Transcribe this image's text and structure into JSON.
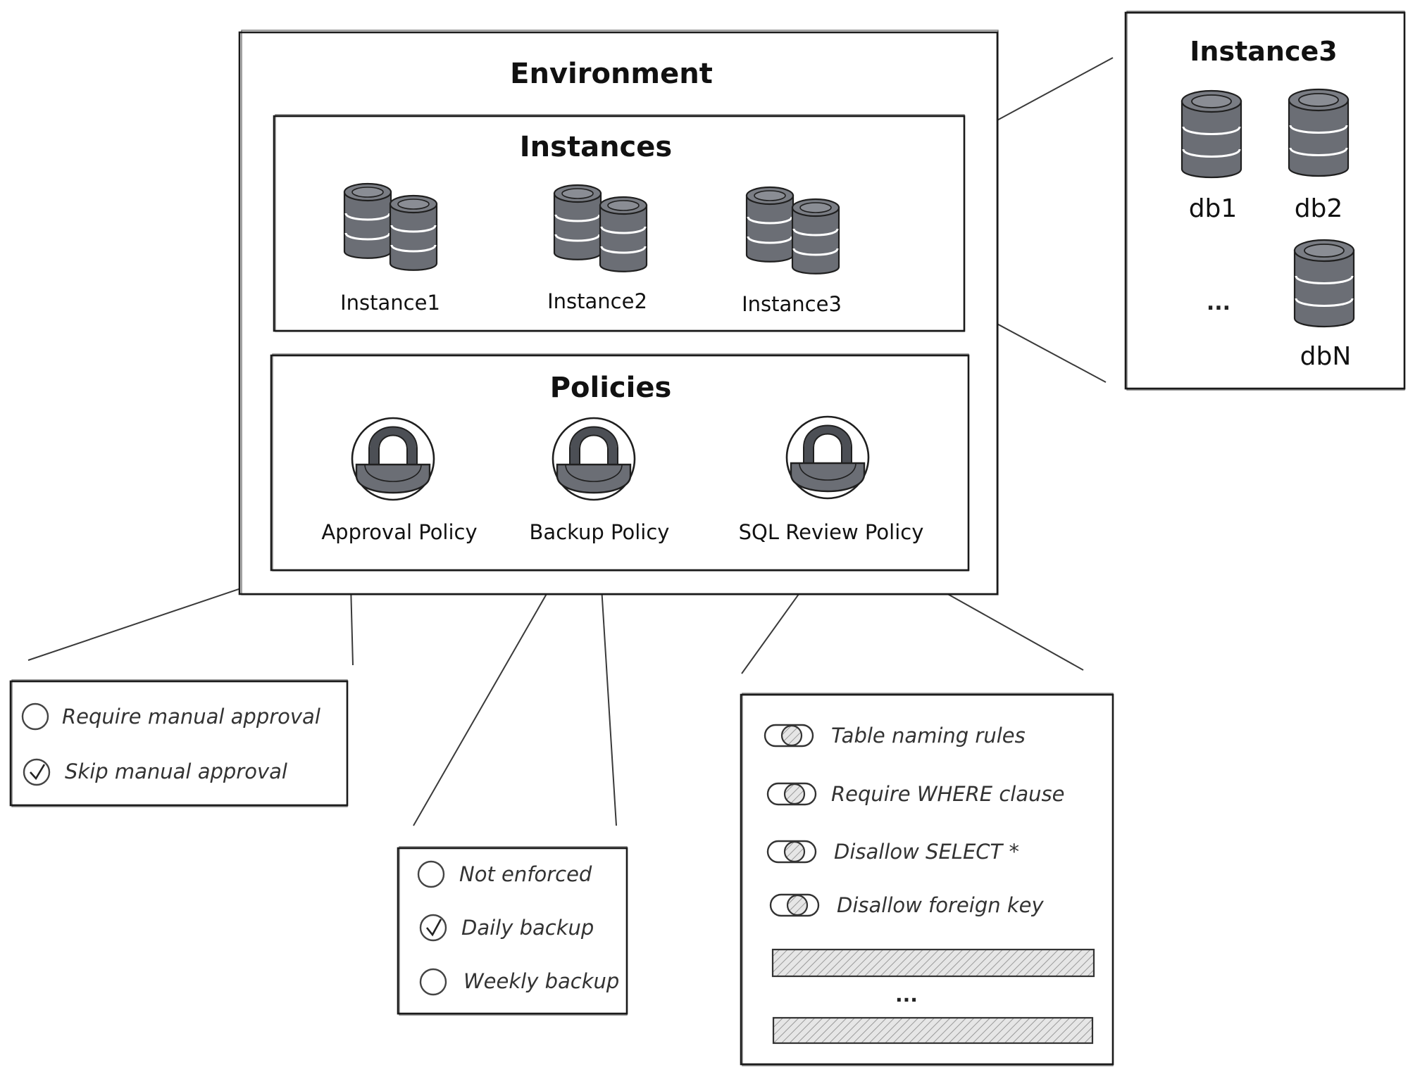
{
  "environment": {
    "title": "Environment",
    "instances": {
      "title": "Instances",
      "items": [
        {
          "label": "Instance1",
          "icon": "database-stack-icon"
        },
        {
          "label": "Instance2",
          "icon": "database-stack-icon"
        },
        {
          "label": "Instance3",
          "icon": "database-stack-icon"
        }
      ]
    },
    "policies": {
      "title": "Policies",
      "items": [
        {
          "label": "Approval Policy",
          "icon": "lock-icon"
        },
        {
          "label": "Backup Policy",
          "icon": "lock-icon"
        },
        {
          "label": "SQL Review Policy",
          "icon": "lock-icon"
        }
      ]
    }
  },
  "instance_detail": {
    "title": "Instance3",
    "databases": [
      {
        "label": "db1",
        "icon": "database-icon"
      },
      {
        "label": "db2",
        "icon": "database-icon"
      },
      {
        "label": "dbN",
        "icon": "database-icon"
      }
    ],
    "ellipsis": "..."
  },
  "approval_options": {
    "options": [
      {
        "label": "Require manual approval",
        "checked": false
      },
      {
        "label": "Skip manual approval",
        "checked": true
      }
    ]
  },
  "backup_options": {
    "options": [
      {
        "label": "Not enforced",
        "checked": false
      },
      {
        "label": "Daily backup",
        "checked": true
      },
      {
        "label": "Weekly backup",
        "checked": false
      }
    ]
  },
  "sql_review_rules": {
    "rules": [
      {
        "label": "Table naming rules"
      },
      {
        "label": "Require WHERE clause"
      },
      {
        "label": "Disallow SELECT *"
      },
      {
        "label": "Disallow foreign key"
      }
    ],
    "ellipsis": "..."
  },
  "colors": {
    "icon_fill": "#6b6e75",
    "stroke": "#1f1f1f"
  }
}
